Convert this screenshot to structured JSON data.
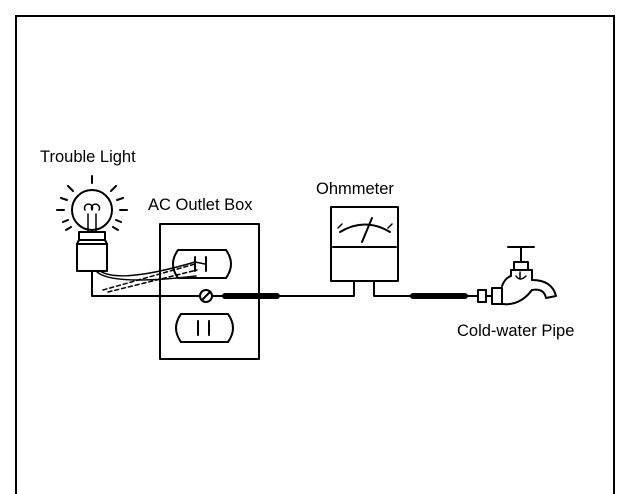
{
  "labels": {
    "trouble_light": "Trouble Light",
    "ac_outlet_box": "AC Outlet Box",
    "ohmmeter": "Ohmmeter",
    "cold_water_pipe": "Cold-water Pipe"
  },
  "icons": [
    "light-bulb-icon",
    "outlet-icon",
    "ohmmeter-icon",
    "faucet-icon"
  ],
  "colors": {
    "ink": "#000000",
    "background": "#ffffff"
  }
}
